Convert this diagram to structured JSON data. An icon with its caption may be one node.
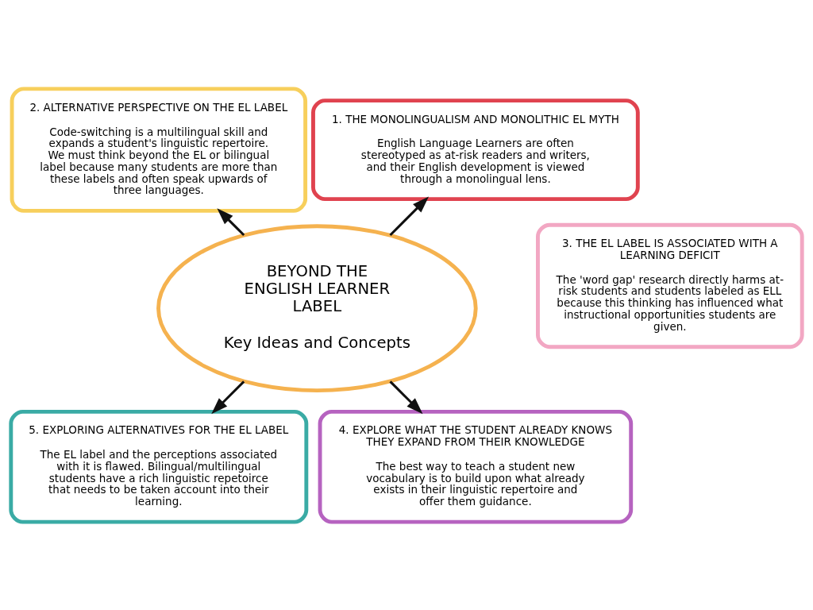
{
  "diagram": {
    "nodes": [
      {
        "text": [
          "BEYOND THE ENGLISH LEARNER LABEL",
          "Key Ideas and Concepts"
        ]
      },
      {
        "text": [
          "1. THE MONOLINGUALISM AND MONOLITHIC EL MYTH",
          "English Language Learners are often stereotyped as at-risk readers and writers, and their English development is viewed through a monolingual lens."
        ]
      },
      {
        "text": [
          "2. ALTERNATIVE PERSPECTIVE ON THE EL LABEL",
          "Code-switching is a multilingual skill and expands a student's linguistic repertoire. We must think beyond the EL or bilingual label because many students are more than these labels and often speak upwards of three languages."
        ]
      },
      {
        "text": [
          "3. THE EL LABEL IS ASSOCIATED WITH A LEARNING DEFICIT",
          "The 'word gap' research directly harms at-risk students and students labeled as ELL because this thinking has influenced what instructional opportunities students are given."
        ]
      },
      {
        "text": [
          "5. EXPLORING ALTERNATIVES FOR THE EL LABEL",
          "The EL label and the perceptions associated with it is flawed. Bilingual/multilingual students have a rich linguistic repetoirce that needs to be taken account into their learning."
        ]
      },
      {
        "text": [
          "4. EXPLORE WHAT THE STUDENT ALREADY KNOWS THEY EXPAND FROM THEIR KNOWLEDGE",
          "The best way to teach a student new vocabulary is to build upon what already exists in their linguistic repertoire and offer them guidance."
        ]
      }
    ],
    "edges": [
      {
        "from": 0,
        "to": 1,
        "arrow": "to"
      },
      {
        "from": 0,
        "to": 2,
        "arrow": "to"
      },
      {
        "from": 0,
        "to": 4,
        "arrow": "to"
      },
      {
        "from": 0,
        "to": 5,
        "arrow": "to"
      }
    ]
  }
}
